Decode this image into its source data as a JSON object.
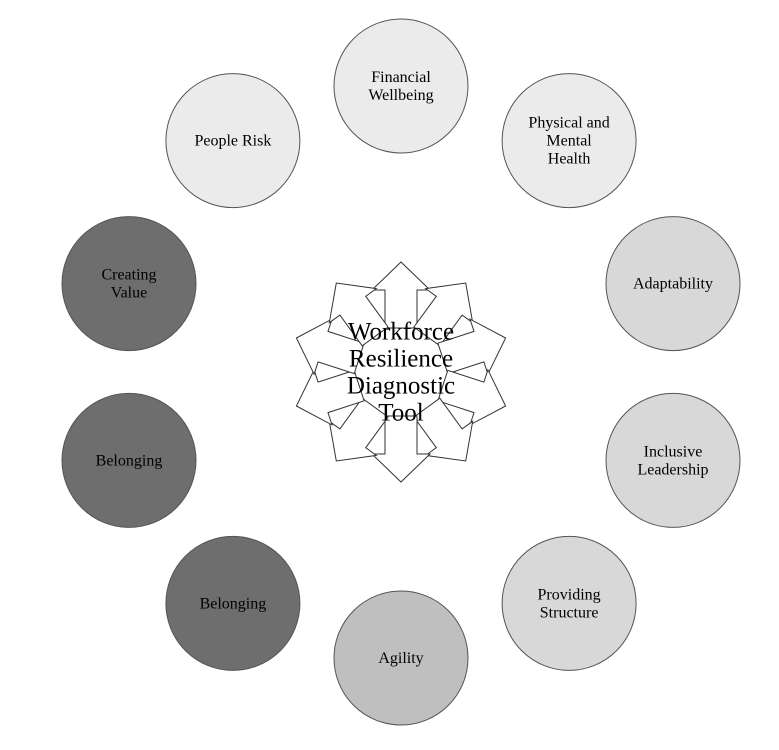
{
  "diagram": {
    "center": {
      "lines": [
        "Workforce",
        "Resilience",
        "Diagnostic",
        "Tool"
      ]
    },
    "nodes": [
      {
        "key": "financial-wellbeing",
        "lines": [
          "Financial",
          "Wellbeing"
        ],
        "fill": "#ebebeb",
        "text_color": "#000000"
      },
      {
        "key": "physical-and-mental-health",
        "lines": [
          "Physical and",
          "Mental",
          "Health"
        ],
        "fill": "#ebebeb",
        "text_color": "#000000"
      },
      {
        "key": "adaptability",
        "lines": [
          "Adaptability"
        ],
        "fill": "#d8d8d8",
        "text_color": "#000000"
      },
      {
        "key": "inclusive-leadership",
        "lines": [
          "Inclusive",
          "Leadership"
        ],
        "fill": "#d8d8d8",
        "text_color": "#000000"
      },
      {
        "key": "providing-structure",
        "lines": [
          "Providing",
          "Structure"
        ],
        "fill": "#d8d8d8",
        "text_color": "#000000"
      },
      {
        "key": "agility",
        "lines": [
          "Agility"
        ],
        "fill": "#bfbfbf",
        "text_color": "#000000"
      },
      {
        "key": "belonging-lower",
        "lines": [
          "Belonging"
        ],
        "fill": "#6e6e6e",
        "text_color": "#000000"
      },
      {
        "key": "belonging-left",
        "lines": [
          "Belonging"
        ],
        "fill": "#6e6e6e",
        "text_color": "#000000"
      },
      {
        "key": "creating-value",
        "lines": [
          "Creating",
          "Value"
        ],
        "fill": "#6e6e6e",
        "text_color": "#000000"
      },
      {
        "key": "people-risk",
        "lines": [
          "People Risk"
        ],
        "fill": "#ebebeb",
        "text_color": "#000000"
      }
    ],
    "colors": {
      "stroke": "#555555",
      "arrow_fill": "#ffffff",
      "arrow_stroke": "#333333",
      "text": "#000000"
    }
  }
}
